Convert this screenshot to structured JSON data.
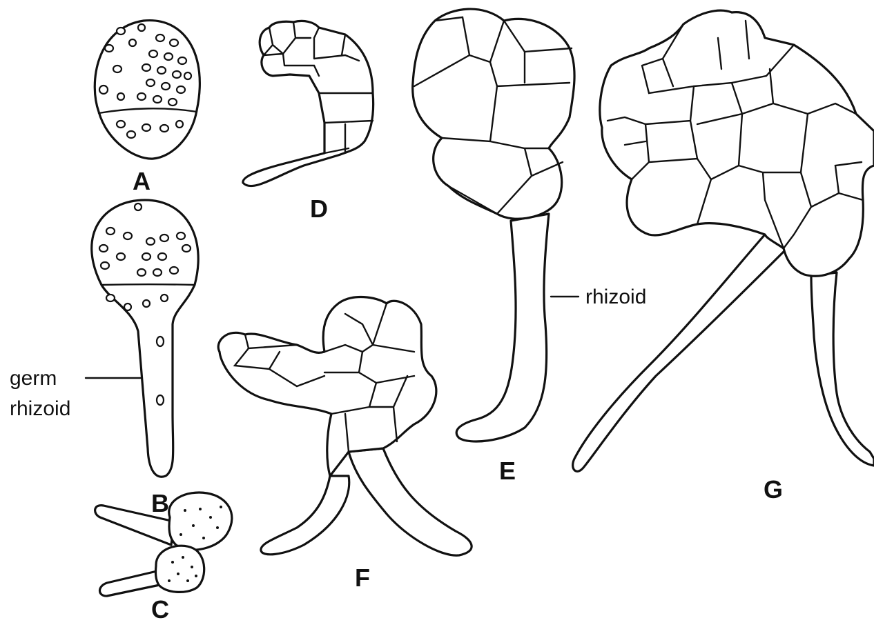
{
  "figure": {
    "panels": [
      {
        "id": "A",
        "letter": "A"
      },
      {
        "id": "B",
        "letter": "B"
      },
      {
        "id": "C",
        "letter": "C"
      },
      {
        "id": "D",
        "letter": "D"
      },
      {
        "id": "E",
        "letter": "E"
      },
      {
        "id": "F",
        "letter": "F"
      },
      {
        "id": "G",
        "letter": "G"
      }
    ],
    "callouts": {
      "germ_rhizoid_line1": "germ",
      "germ_rhizoid_line2": "rhizoid",
      "rhizoid": "rhizoid"
    }
  }
}
